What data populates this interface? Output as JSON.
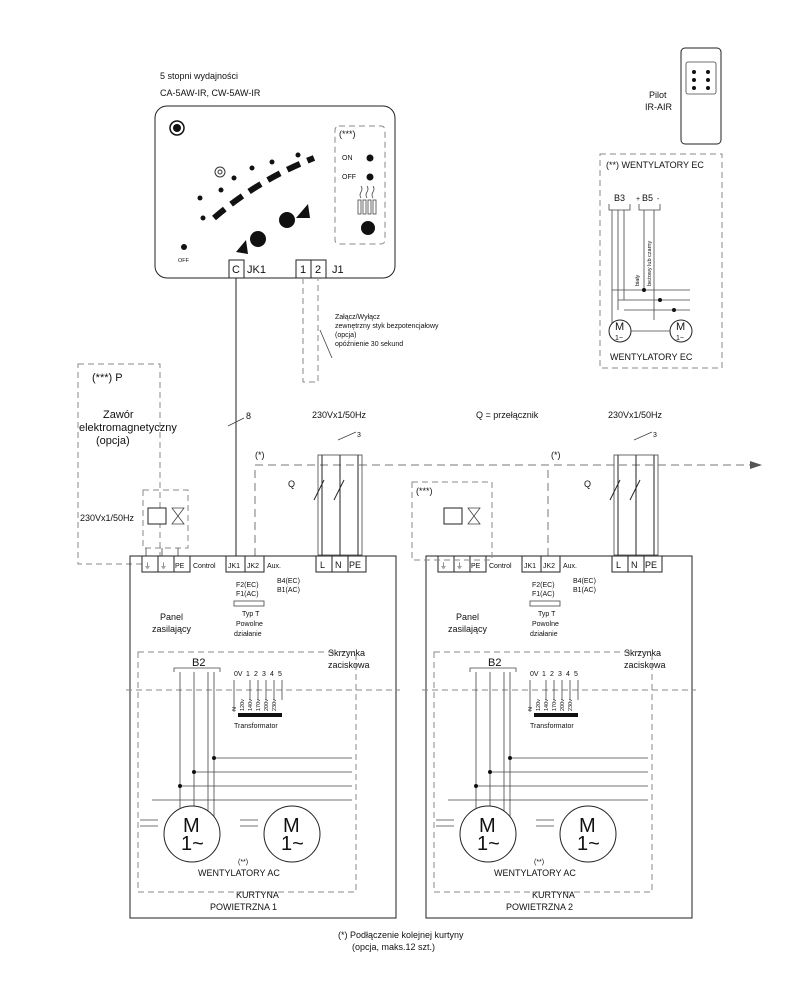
{
  "controller": {
    "title": "5 stopni wydajności",
    "models": "CA-5AW-IR, CW-5AW-IR",
    "off_label": "OFF",
    "aux_marker": "(***)",
    "on_label": "ON",
    "off2_label": "OFF",
    "terminal_c": "C",
    "terminal_jk1": "JK1",
    "terminal_1": "1",
    "terminal_2": "2",
    "terminal_j1": "J1"
  },
  "remote": {
    "label1": "Pilot",
    "label2": "IR-AIR"
  },
  "ec_box": {
    "title": "(**) WENTYLATORY EC",
    "b3": "B3",
    "b5": "B5",
    "plus": "+",
    "minus": "-",
    "wire1": "biały",
    "wire2": "beżowy lub czarny",
    "motor_m": "M",
    "motor_1": "1~",
    "footer": "WENTYLATORY EC"
  },
  "contact_note": {
    "line1": "Załącz/Wyłącz",
    "line2": "zewnętrzny styk bezpotencjałowy",
    "line3": "(opcja)",
    "line4": "opóźnienie 30 sekund"
  },
  "valve": {
    "marker": "(***) P",
    "line1": "Zawór",
    "line2": "elektromagnetyczny",
    "line3": "(opcja)",
    "supply": "230Vx1/50Hz"
  },
  "wire_count": "8",
  "supply_top": "230Vx1/50Hz",
  "supply_top2": "230Vx1/50Hz",
  "cable_3": "3",
  "cable_3b": "3",
  "switch_note": "Q = przełącznik",
  "q_label": "Q",
  "q_label2": "Q",
  "next_marker": "(*)",
  "next_marker2": "(*)",
  "valve_marker2": "(***)",
  "unit1": {
    "terminals": [
      "PE",
      "Control",
      "JK1",
      "JK2",
      "Aux.",
      "L",
      "N",
      "PE"
    ],
    "fuse1": "F2(EC)",
    "fuse2": "F1(AC)",
    "fuse_type": "Typ T",
    "fuse_slow1": "Powolne",
    "fuse_slow2": "działanie",
    "b4": "B4(EC)",
    "b1": "B1(AC)",
    "panel1": "Panel",
    "panel2": "zasilający",
    "box1": "Skrzynka",
    "box2": "zaciskowa",
    "b2": "B2",
    "steps": [
      "0V",
      "1",
      "2",
      "3",
      "4",
      "5"
    ],
    "taps": [
      "N",
      "120v",
      "140v",
      "170v",
      "200v",
      "230v"
    ],
    "transformer": "Transformator",
    "motor_m": "M",
    "motor_1": "1~",
    "marker": "(**)",
    "fans": "WENTYLATORY AC",
    "name1": "KURTYNA",
    "name2": "POWIETRZNA 1"
  },
  "unit2": {
    "terminals": [
      "PE",
      "Control",
      "JK1",
      "JK2",
      "Aux.",
      "L",
      "N",
      "PE"
    ],
    "fuse1": "F2(EC)",
    "fuse2": "F1(AC)",
    "fuse_type": "Typ T",
    "fuse_slow1": "Powolne",
    "fuse_slow2": "działanie",
    "b4": "B4(EC)",
    "b1": "B1(AC)",
    "panel1": "Panel",
    "panel2": "zasilający",
    "box1": "Skrzynka",
    "box2": "zaciskowa",
    "b2": "B2",
    "steps": [
      "0V",
      "1",
      "2",
      "3",
      "4",
      "5"
    ],
    "taps": [
      "N",
      "120v",
      "140v",
      "170v",
      "200v",
      "230v"
    ],
    "transformer": "Transformator",
    "motor_m": "M",
    "motor_1": "1~",
    "marker": "(**)",
    "fans": "WENTYLATORY AC",
    "name1": "KURTYNA",
    "name2": "POWIETRZNA 2"
  },
  "footnote": {
    "line1": "(*) Podłączenie kolejnej kurtyny",
    "line2": "(opcja, maks.12 szt.)"
  }
}
